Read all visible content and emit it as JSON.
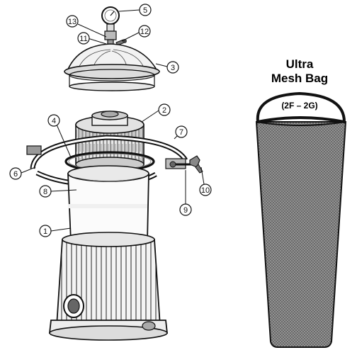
{
  "diagram": {
    "callouts": [
      {
        "id": "c5",
        "label": "5"
      },
      {
        "id": "c13",
        "label": "13"
      },
      {
        "id": "c11",
        "label": "11"
      },
      {
        "id": "c12",
        "label": "12"
      },
      {
        "id": "c3",
        "label": "3"
      },
      {
        "id": "c2",
        "label": "2"
      },
      {
        "id": "c4",
        "label": "4"
      },
      {
        "id": "c7",
        "label": "7"
      },
      {
        "id": "c6",
        "label": "6"
      },
      {
        "id": "c10",
        "label": "10"
      },
      {
        "id": "c8",
        "label": "8"
      },
      {
        "id": "c9",
        "label": "9"
      },
      {
        "id": "c1",
        "label": "1"
      }
    ]
  },
  "bag": {
    "title_line1": "Ultra",
    "title_line2": "Mesh Bag",
    "subtitle": "(2F – 2G)"
  },
  "colors": {
    "ink": "#111111",
    "mesh": "#8a8a8a",
    "background": "#ffffff"
  }
}
